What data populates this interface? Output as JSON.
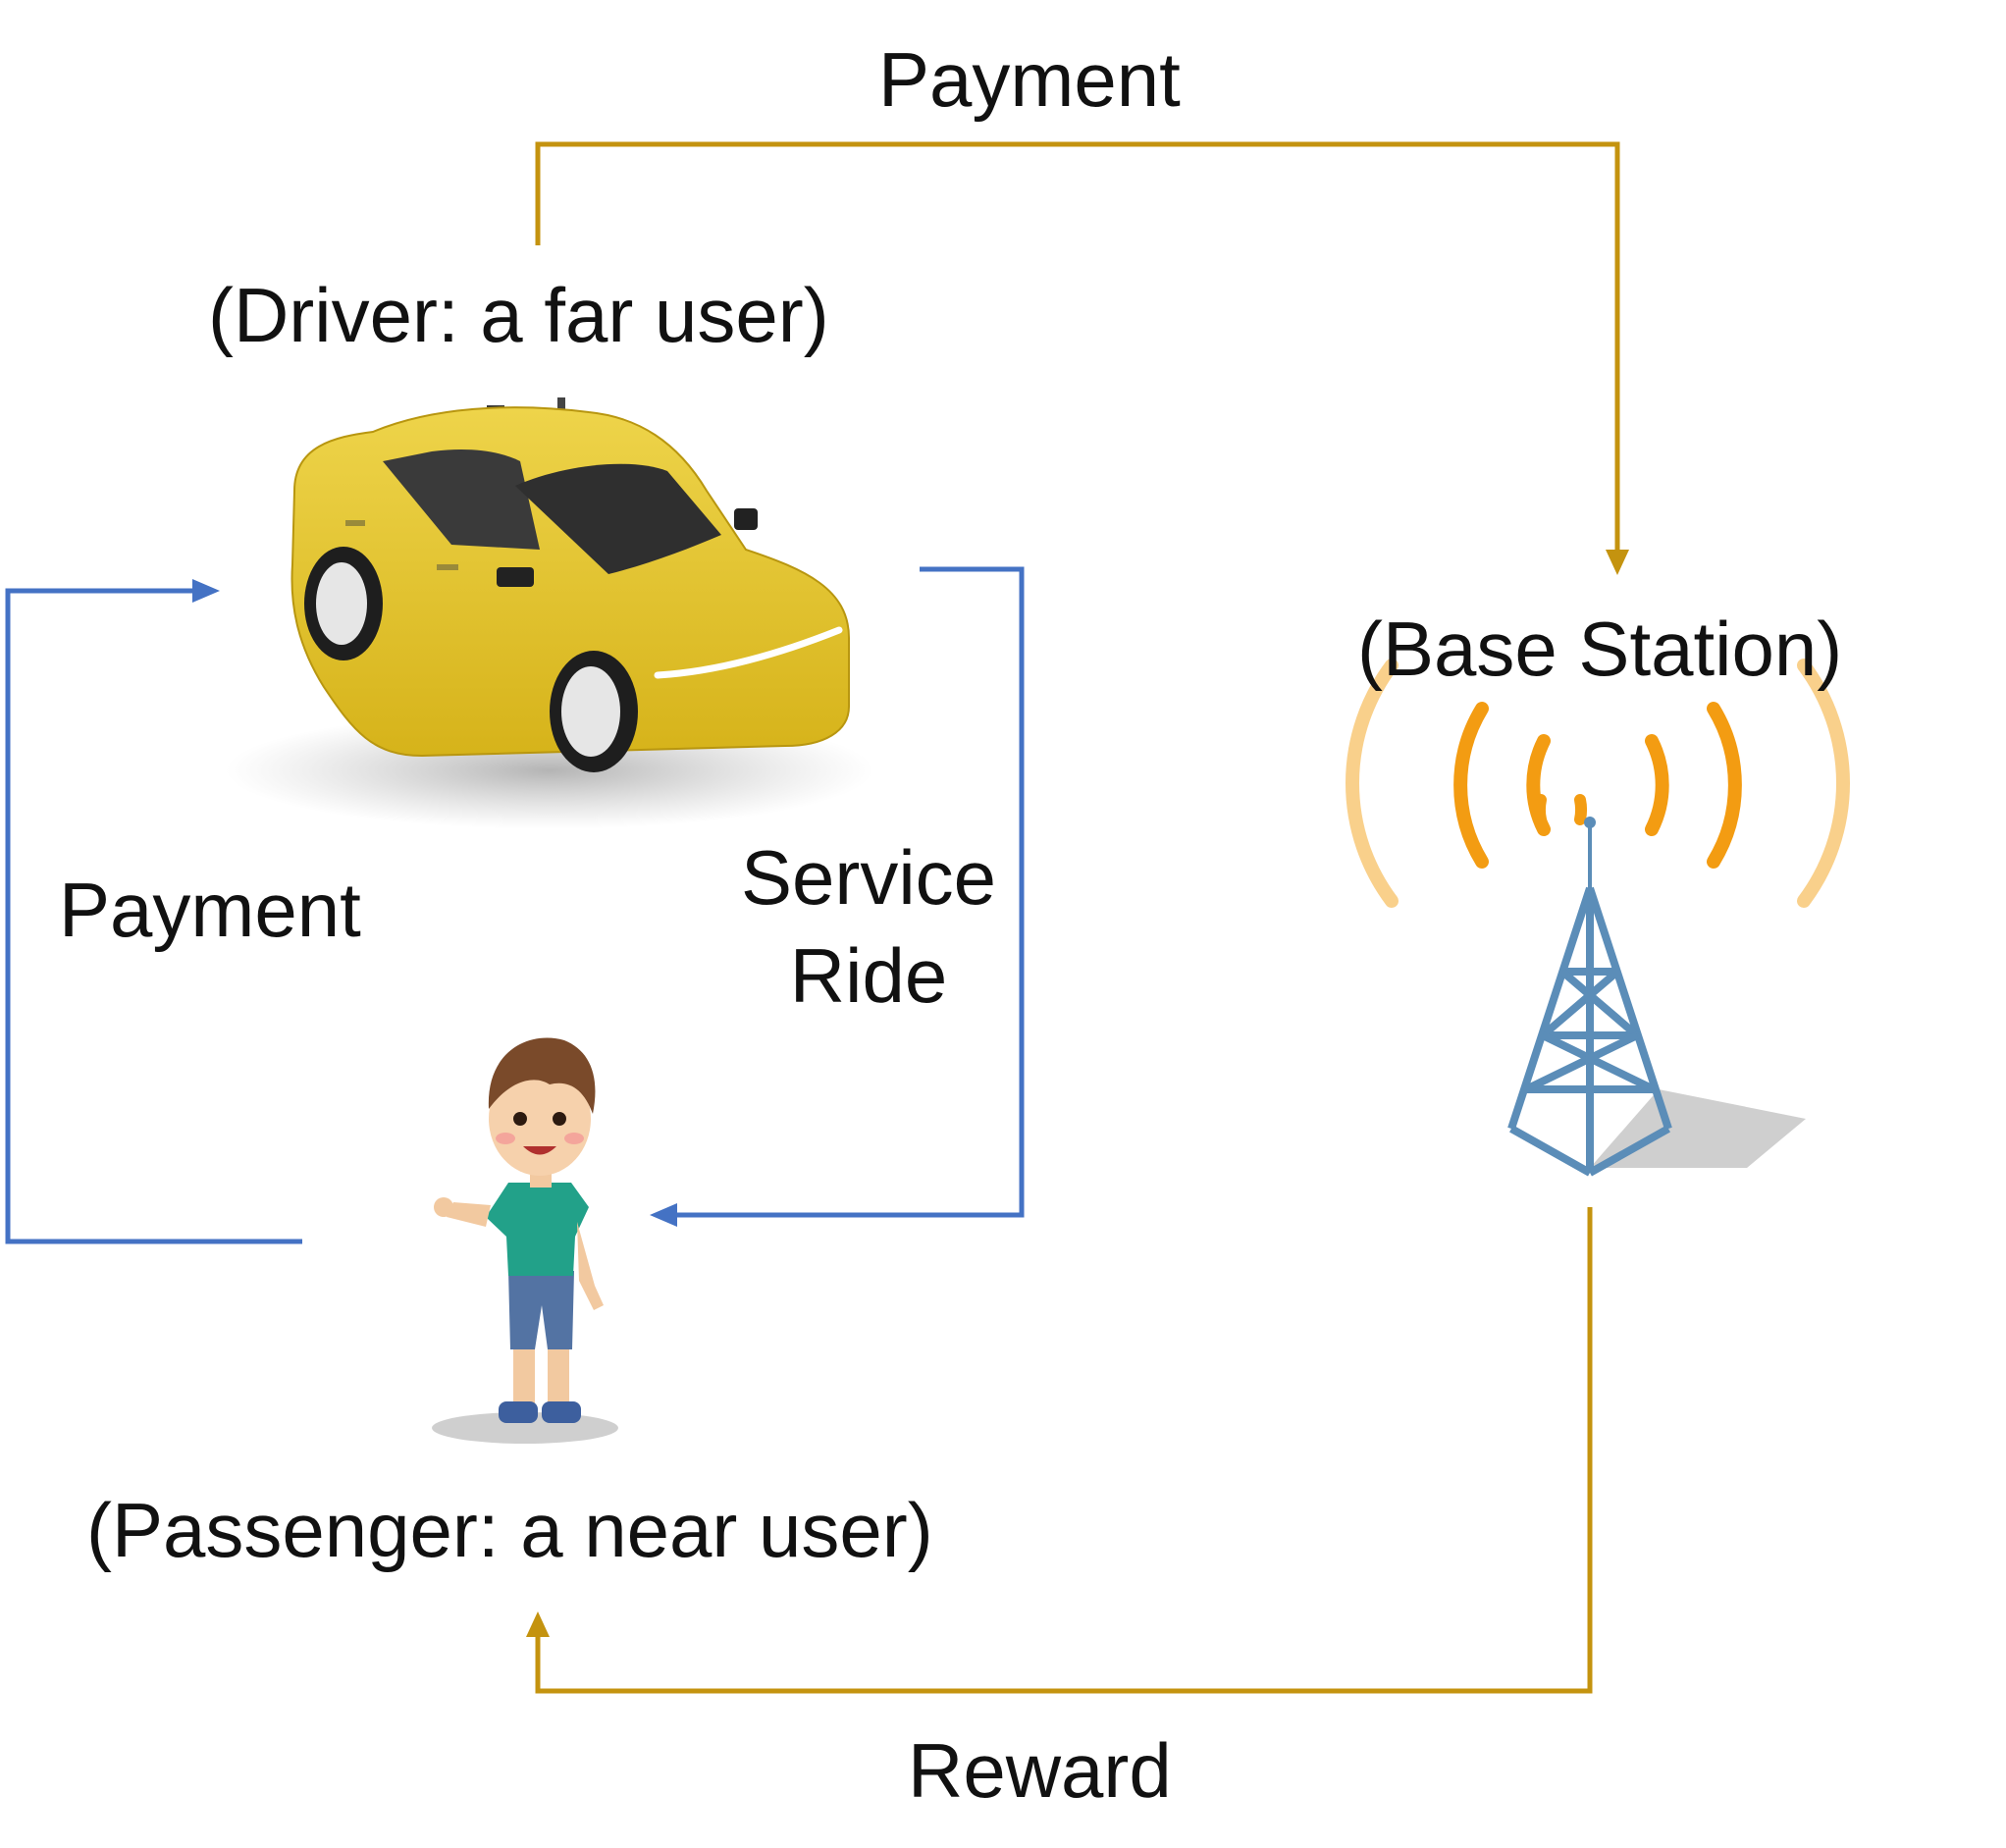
{
  "labels": {
    "payment_top": "Payment",
    "driver": "(Driver: a far user)",
    "base_station": "(Base Station)",
    "payment_left": "Payment",
    "service_line1": "Service",
    "service_line2": "Ride",
    "passenger": "(Passenger: a near user)",
    "reward": "Reward"
  },
  "colors": {
    "gold_arrow": "#C4930F",
    "blue_arrow": "#4472C4",
    "car_body": "#E3C12A",
    "signal_strong": "#F39C12",
    "signal_weak": "#F9D08B",
    "tower": "#5B8DB8"
  },
  "icons": [
    "taxi-car-icon",
    "boy-passenger-icon",
    "cell-tower-icon"
  ]
}
